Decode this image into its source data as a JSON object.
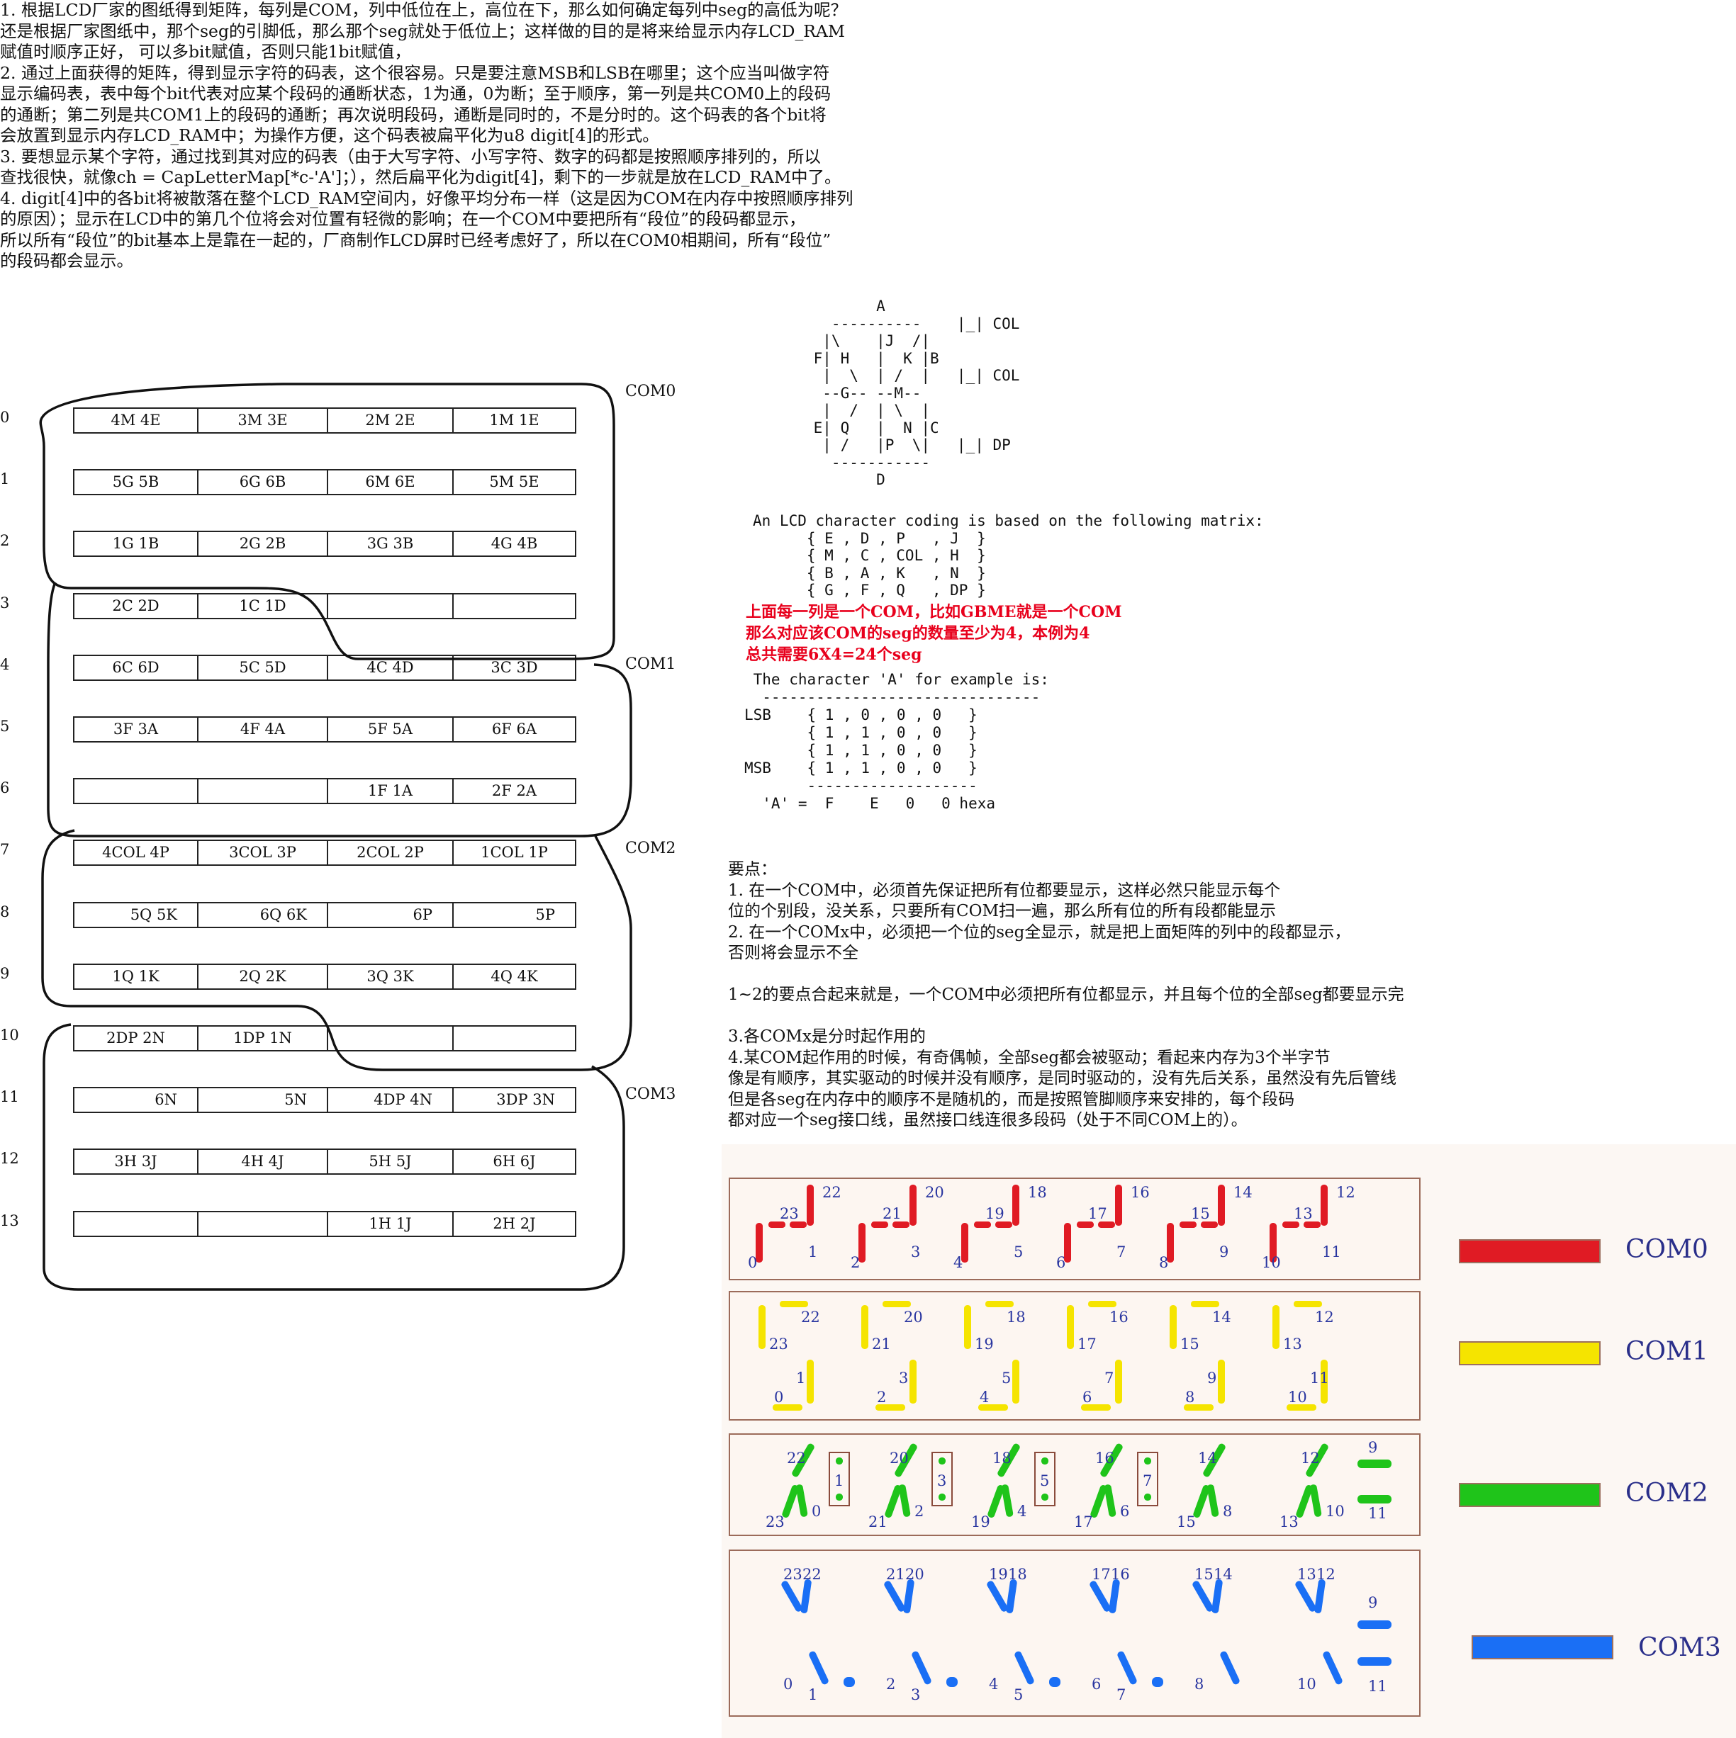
{
  "intro": [
    "1. 根据LCD厂家的图纸得到矩阵，每列是COM，列中低位在上，高位在下，那么如何确定每列中seg的高低为呢？",
    "还是根据厂家图纸中，那个seg的引脚低，那么那个seg就处于低位上；这样做的目的是将来给显示内存LCD_RAM",
    "赋值时顺序正好， 可以多bit赋值，否则只能1bit赋值，",
    "2. 通过上面获得的矩阵，得到显示字符的码表，这个很容易。只是要注意MSB和LSB在哪里；这个应当叫做字符",
    "显示编码表，表中每个bit代表对应某个段码的通断状态，1为通，0为断；至于顺序，第一列是共COM0上的段码",
    "的通断；第二列是共COM1上的段码的通断；再次说明段码，通断是同时的，不是分时的。这个码表的各个bit将",
    "会放置到显示内存LCD_RAM中；为操作方便，这个码表被扁平化为u8 digit[4]的形式。",
    "3. 要想显示某个字符，通过找到其对应的码表（由于大写字符、小写字符、数字的码都是按照顺序排列的，所以",
    "查找很快，就像ch = CapLetterMap[*c-'A']；），然后扁平化为digit[4]，剩下的一步就是放在LCD_RAM中了。",
    "4. digit[4]中的各bit将被散落在整个LCD_RAM空间内，好像平均分布一样（这是因为COM在内存中按照顺序排列",
    "的原因）；显示在LCD中的第几个位将会对位置有轻微的影响；在一个COM中要把所有“段位”的段码都显示，",
    "所以所有“段位”的bit基本上是靠在一起的，厂商制作LCD屏时已经考虑好了，所以在COM0相期间，所有“段位”",
    "的段码都会显示。"
  ],
  "table": {
    "row_numbers": [
      "0",
      "1",
      "2",
      "3",
      "4",
      "5",
      "6",
      "7",
      "8",
      "9",
      "10",
      "11",
      "12",
      "13"
    ],
    "rows": [
      [
        "4M 4E",
        "3M 3E",
        "2M 2E",
        "1M 1E"
      ],
      [
        "5G 5B",
        "6G 6B",
        "6M 6E",
        "5M 5E"
      ],
      [
        "1G 1B",
        "2G 2B",
        "3G 3B",
        "4G 4B"
      ],
      [
        "2C 2D",
        "1C 1D",
        "",
        ""
      ],
      [
        "6C 6D",
        "5C 5D",
        "4C 4D",
        "3C 3D"
      ],
      [
        "3F 3A",
        "4F 4A",
        "5F 5A",
        "6F 6A"
      ],
      [
        "",
        "",
        "1F 1A",
        "2F 2A"
      ],
      [
        "4COL 4P",
        "3COL 3P",
        "2COL 2P",
        "1COL 1P"
      ],
      [
        "5Q 5K",
        "6Q 6K",
        "6P",
        "5P"
      ],
      [
        "1Q 1K",
        "2Q 2K",
        "3Q 3K",
        "4Q 4K"
      ],
      [
        "2DP 2N",
        "1DP 1N",
        "",
        ""
      ],
      [
        "6N",
        "5N",
        "4DP 4N",
        "3DP 3N"
      ],
      [
        "3H 3J",
        "4H 4J",
        "5H 5J",
        "6H 6J"
      ],
      [
        "",
        "",
        "1H 1J",
        "2H 2J"
      ]
    ],
    "com_labels": [
      "COM0",
      "COM1",
      "COM2",
      "COM3"
    ]
  },
  "ascii_segment": "        A\n   ----------    |_| COL\n  |\\    |J  /|\n F| H   |  K |B\n  |  \\  | /  |   |_| COL\n  --G-- --M--\n  |  /  | \\  |\n E| Q   |  N |C\n  | /   |P  \\|   |_| DP\n   -----------\n        D",
  "matrix_text": "An LCD character coding is based on the following matrix:\n      { E , D , P   , J  }\n      { M , C , COL , H  }\n      { B , A , K   , N  }\n      { G , F , Q   , DP }",
  "red_notes": [
    "上面每一列是一个COM，比如GBME就是一个COM",
    "那么对应该COM的seg的数量至少为4，本例为4",
    "总共需要6X4=24个seg"
  ],
  "example_text": " The character 'A' for example is:\n  -------------------------------\nLSB    { 1 , 0 , 0 , 0   }\n       { 1 , 1 , 0 , 0   }\n       { 1 , 1 , 0 , 0   }\nMSB    { 1 , 1 , 0 , 0   }\n       -------------------\n  'A' =  F    E   0   0 hexa",
  "points": [
    "要点：",
    "1. 在一个COM中，必须首先保证把所有位都要显示，这样必然只能显示每个",
    "位的个别段，没关系，只要所有COM扫一遍，那么所有位的所有段都能显示",
    "2. 在一个COMx中，必须把一个位的seg全显示，就是把上面矩阵的列中的段都显示，",
    "否则将会显示不全",
    "",
    "1~2的要点合起来就是，一个COM中必须把所有位都显示，并且每个位的全部seg都要显示完",
    "",
    "3.各COMx是分时起作用的",
    "4.某COM起作用的时候，有奇偶帧，全部seg都会被驱动；看起来内存为3个半字节",
    "像是有顺序，其实驱动的时候并没有顺序，是同时驱动的，没有先后关系，虽然没有先后管线",
    "但是各seg在内存中的顺序不是随机的，而是按照管脚顺序来安排的，每个段码",
    "都对应一个seg接口线，虽然接口线连很多段码（处于不同COM上的）。"
  ],
  "figure": {
    "legend": [
      {
        "label": "COM0",
        "color": "#e01b24"
      },
      {
        "label": "COM1",
        "color": "#f5e400"
      },
      {
        "label": "COM2",
        "color": "#1fc41a"
      },
      {
        "label": "COM3",
        "color": "#1a6ff5"
      }
    ],
    "com0_numbers": [
      "23",
      "22",
      "21",
      "20",
      "19",
      "18",
      "17",
      "16",
      "15",
      "14",
      "13",
      "12",
      "0",
      "1",
      "2",
      "3",
      "4",
      "5",
      "6",
      "7",
      "8",
      "9",
      "10",
      "11"
    ],
    "com1_numbers": [
      "22",
      "23",
      "20",
      "21",
      "18",
      "19",
      "16",
      "17",
      "14",
      "15",
      "12",
      "13",
      "0",
      "1",
      "2",
      "3",
      "4",
      "5",
      "6",
      "7",
      "8",
      "9",
      "10",
      "11"
    ],
    "com2_numbers": [
      "22",
      "20",
      "18",
      "16",
      "14",
      "12",
      "9",
      "23",
      "0",
      "21",
      "2",
      "19",
      "4",
      "17",
      "6",
      "15",
      "8",
      "13",
      "10",
      "11",
      "1",
      "3",
      "5",
      "7"
    ],
    "com3_numbers": [
      "23",
      "22",
      "21",
      "20",
      "19",
      "18",
      "17",
      "16",
      "15",
      "14",
      "13",
      "12",
      "9",
      "0",
      "1",
      "2",
      "3",
      "4",
      "5",
      "6",
      "7",
      "8",
      "10",
      "11"
    ]
  }
}
